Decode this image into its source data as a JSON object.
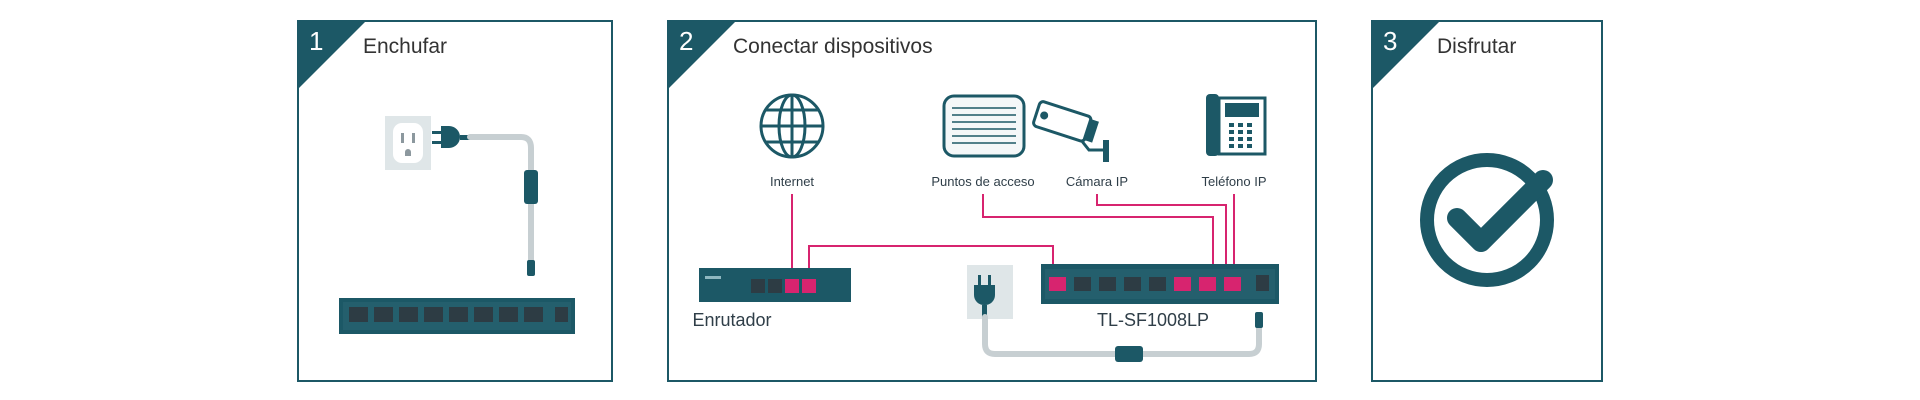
{
  "colors": {
    "teal": "#1c5866",
    "magenta": "#d7246f",
    "cable_gray": "#c7cfd2",
    "port_dark": "#2d3c44"
  },
  "steps": [
    {
      "number": "1",
      "title": "Enchufar",
      "icons": [
        "wall-outlet-icon",
        "power-plug-icon",
        "network-switch-icon"
      ]
    },
    {
      "number": "2",
      "title": "Conectar dispositivos",
      "devices": [
        {
          "label": "Internet",
          "icon": "globe-icon"
        },
        {
          "label": "Puntos de acceso",
          "icon": "access-point-icon"
        },
        {
          "label": "Cámara IP",
          "icon": "ip-camera-icon"
        },
        {
          "label": "Teléfono IP",
          "icon": "ip-phone-icon"
        }
      ],
      "router_label": "Enrutador",
      "switch_label": "TL-SF1008LP"
    },
    {
      "number": "3",
      "title": "Disfrutar",
      "icons": [
        "checkmark-circle-icon"
      ]
    }
  ]
}
